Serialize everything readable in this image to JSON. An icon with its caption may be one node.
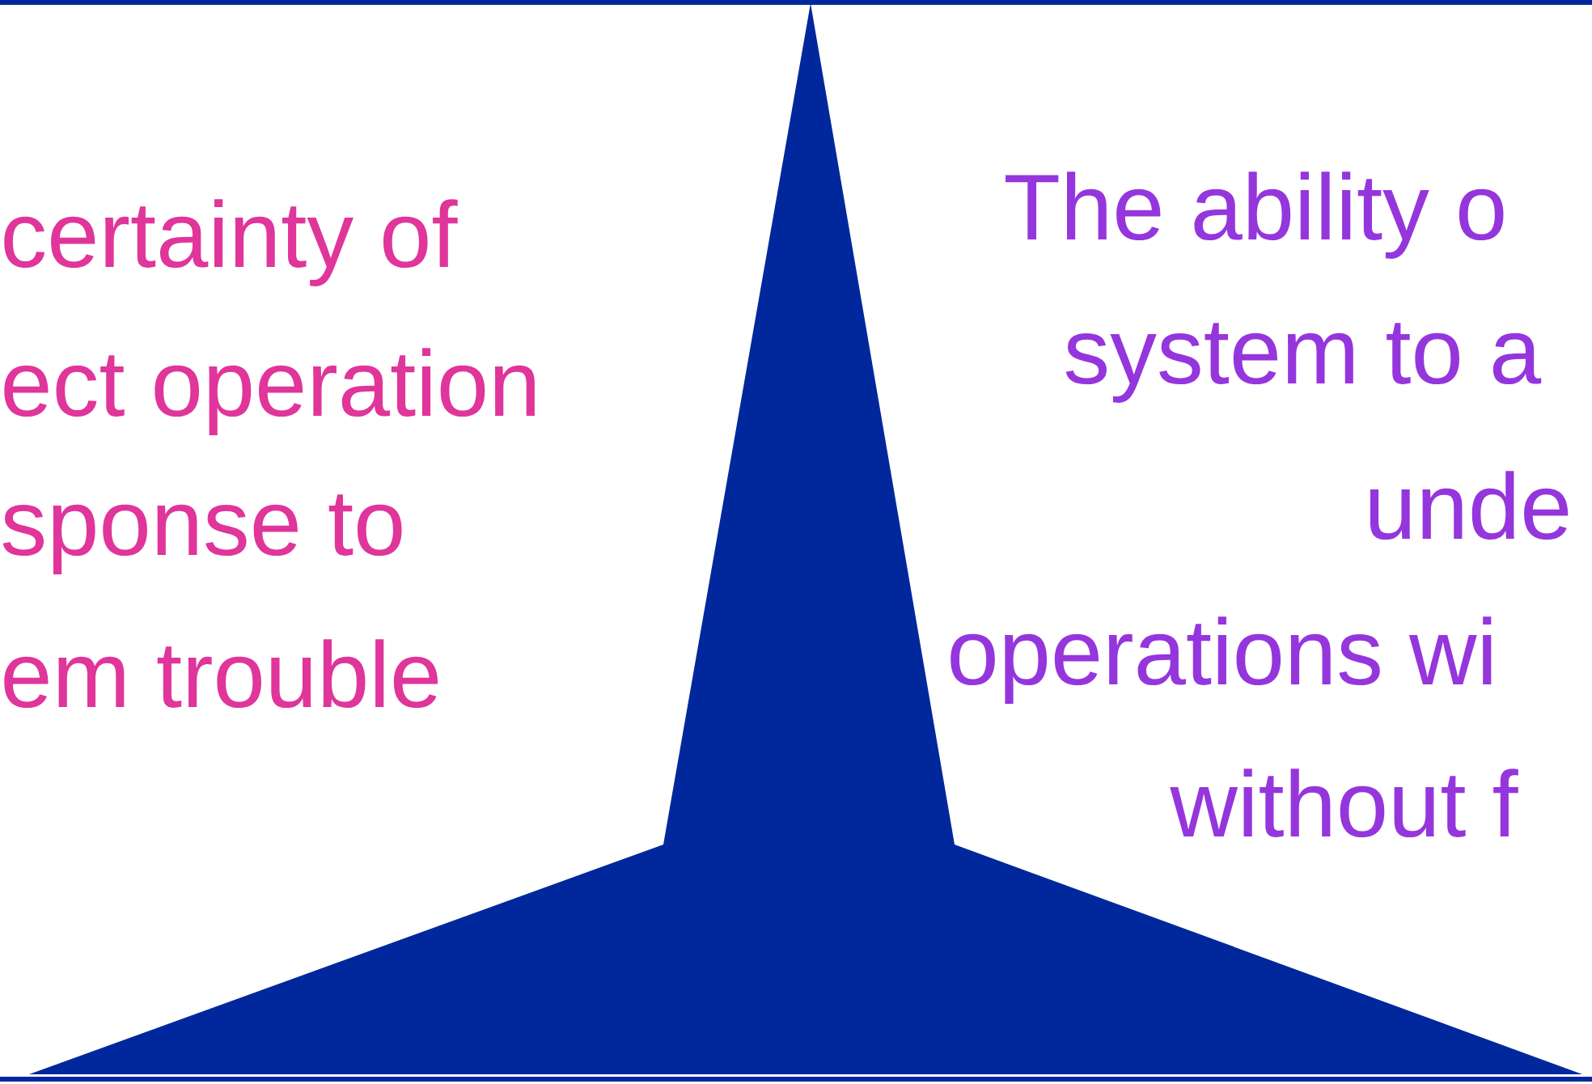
{
  "diagram": {
    "labels": [
      "certainty of",
      "ect operation",
      "sponse to",
      "em trouble",
      "The ability o",
      "system to a",
      "unde",
      "operations wi",
      "without f"
    ]
  }
}
